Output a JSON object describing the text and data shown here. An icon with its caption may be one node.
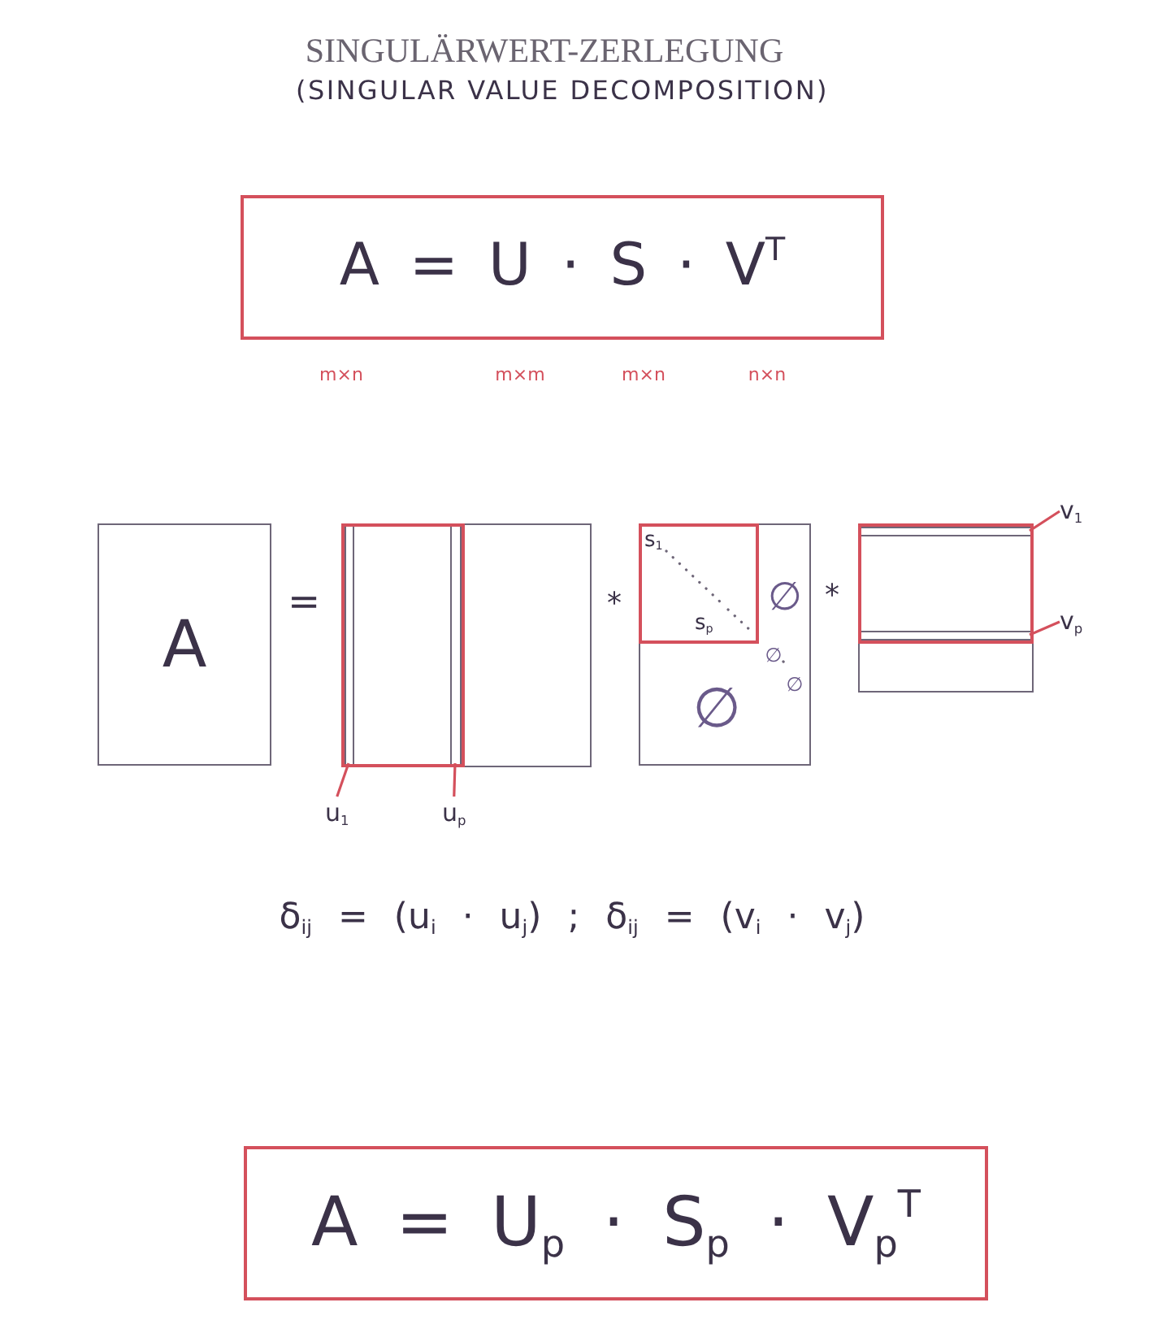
{
  "diagram": {
    "title": "SINGULÄRWERT-ZERLEGUNG",
    "nodes": [
      {
        "text": [
          "A = U · S · V$^{T}$"
        ]
      },
      {
        "text": [
          "A"
        ]
      },
      {
        "text": [],
        "shape": "box"
      },
      {
        "text": [],
        "shape": "box",
        "in": 2
      },
      {
        "text": [],
        "shape": "bar",
        "in": 3
      },
      {
        "text": [],
        "shape": "bar",
        "in": 3
      },
      {
        "text": [],
        "shape": "box"
      },
      {
        "text": [
          "s$_{1}$",
          "s$_{p}$"
        ],
        "in": 6
      },
      {
        "text": [],
        "shape": "box"
      },
      {
        "text": [],
        "shape": "box",
        "in": 8
      },
      {
        "text": [],
        "shape": "bar",
        "in": 9
      },
      {
        "text": [],
        "shape": "bar",
        "in": 9
      },
      {
        "text": [
          "v$_{1}$"
        ]
      },
      {
        "text": [
          "v$_{p}$"
        ]
      },
      {
        "text": [
          "u$_{1}$"
        ]
      },
      {
        "text": [
          "u$_{p}$"
        ]
      },
      {
        "text": [
          "A = U$_{p}$ · S$_{p}$ · V$_{p}$$^{T}$"
        ]
      }
    ],
    "edges": [
      {
        "from": 12,
        "to": 10,
        "arrow": "none"
      },
      {
        "from": 13,
        "to": 11,
        "arrow": "none"
      },
      {
        "from": 14,
        "to": 4,
        "arrow": "none"
      },
      {
        "from": 15,
        "to": 5,
        "arrow": "none"
      }
    ],
    "labels": [
      "(SINGULAR VALUE DECOMPOSITION)",
      "m×n",
      "m×m",
      "m×n",
      "n×n",
      "=",
      "*",
      "∅",
      "*",
      "∅",
      "∅",
      "∅",
      "δ$_{ij}$ = (u$_{i}$ · u$_{j}$) ; δ$_{ij}$ = (v$_{i}$ · v$_{j}$)"
    ]
  }
}
